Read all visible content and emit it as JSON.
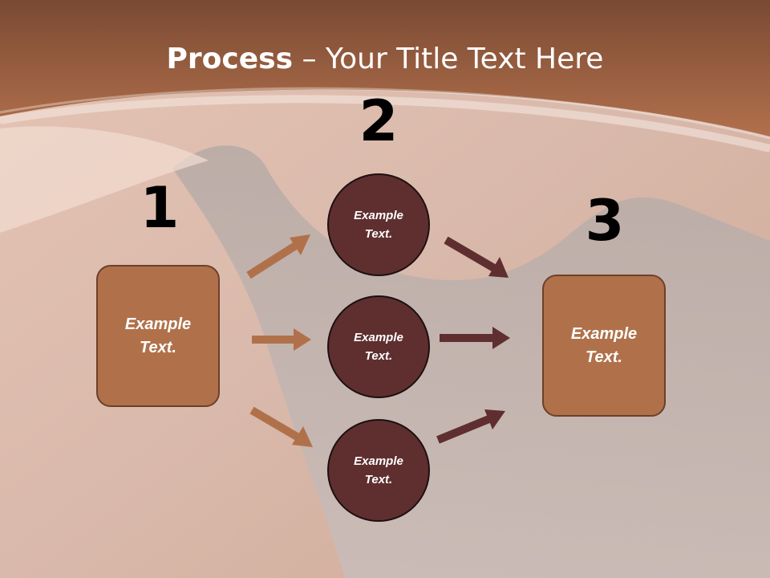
{
  "title": {
    "bold": "Process",
    "rest": " – Your Title Text Here"
  },
  "steps": {
    "one": "1",
    "two": "2",
    "three": "3"
  },
  "left_box": {
    "line1": "Example",
    "line2": "Text."
  },
  "right_box": {
    "line1": "Example",
    "line2": "Text."
  },
  "circles": [
    {
      "line1": "Example",
      "line2": "Text."
    },
    {
      "line1": "Example",
      "line2": "Text."
    },
    {
      "line1": "Example",
      "line2": "Text."
    }
  ],
  "colors": {
    "box_fill": "#b0714a",
    "circle_fill": "#5f2f30",
    "left_arrows": "#b0714a",
    "right_arrows": "#5f2f30",
    "header_band": "#a8694a"
  }
}
